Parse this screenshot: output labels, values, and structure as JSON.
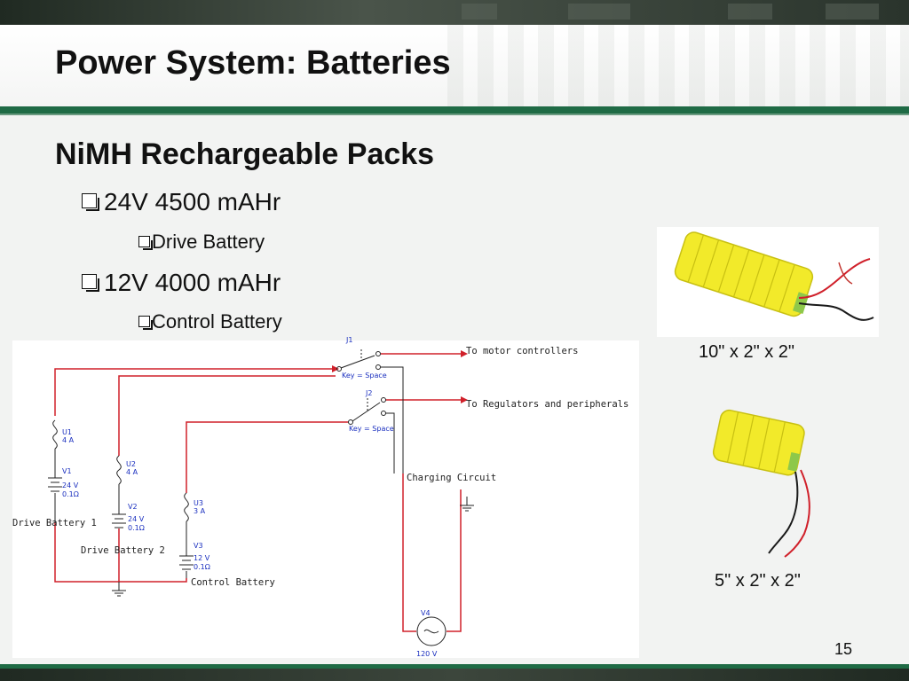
{
  "slide": {
    "title": "Power System: Batteries",
    "heading": "NiMH Rechargeable Packs",
    "bullets": [
      {
        "label": "24V 4500 mAHr",
        "sub": "Drive Battery"
      },
      {
        "label": "12V 4000 mAHr",
        "sub": "Control Battery"
      }
    ],
    "page_number": "15"
  },
  "photos": [
    {
      "caption": "10\" x 2\" x 2\""
    },
    {
      "caption": "5\" x 2\" x 2\""
    }
  ],
  "circuit": {
    "labels": {
      "to_motor": "To motor controllers",
      "to_regulators": "To Regulators and peripherals",
      "charging": "Charging Circuit",
      "drive1": "Drive Battery 1",
      "drive2": "Drive Battery 2",
      "control": "Control Battery"
    },
    "switches": [
      {
        "name": "J1",
        "key": "Key = Space"
      },
      {
        "name": "J2",
        "key": "Key = Space"
      }
    ],
    "fuses": [
      {
        "name": "U1",
        "rating": "4 A"
      },
      {
        "name": "U2",
        "rating": "4 A"
      },
      {
        "name": "U3",
        "rating": "3 A"
      }
    ],
    "batteries": [
      {
        "name": "V1",
        "voltage": "24 V",
        "resistance": "0.1Ω"
      },
      {
        "name": "V2",
        "voltage": "24 V",
        "resistance": "0.1Ω"
      },
      {
        "name": "V3",
        "voltage": "12 V",
        "resistance": "0.1Ω"
      }
    ],
    "source": {
      "name": "V4",
      "voltage": "120 V"
    }
  },
  "colors": {
    "accent_green": "#1f6b45",
    "wire_red": "#d0202a",
    "battery_yellow": "#f2ea2a"
  }
}
